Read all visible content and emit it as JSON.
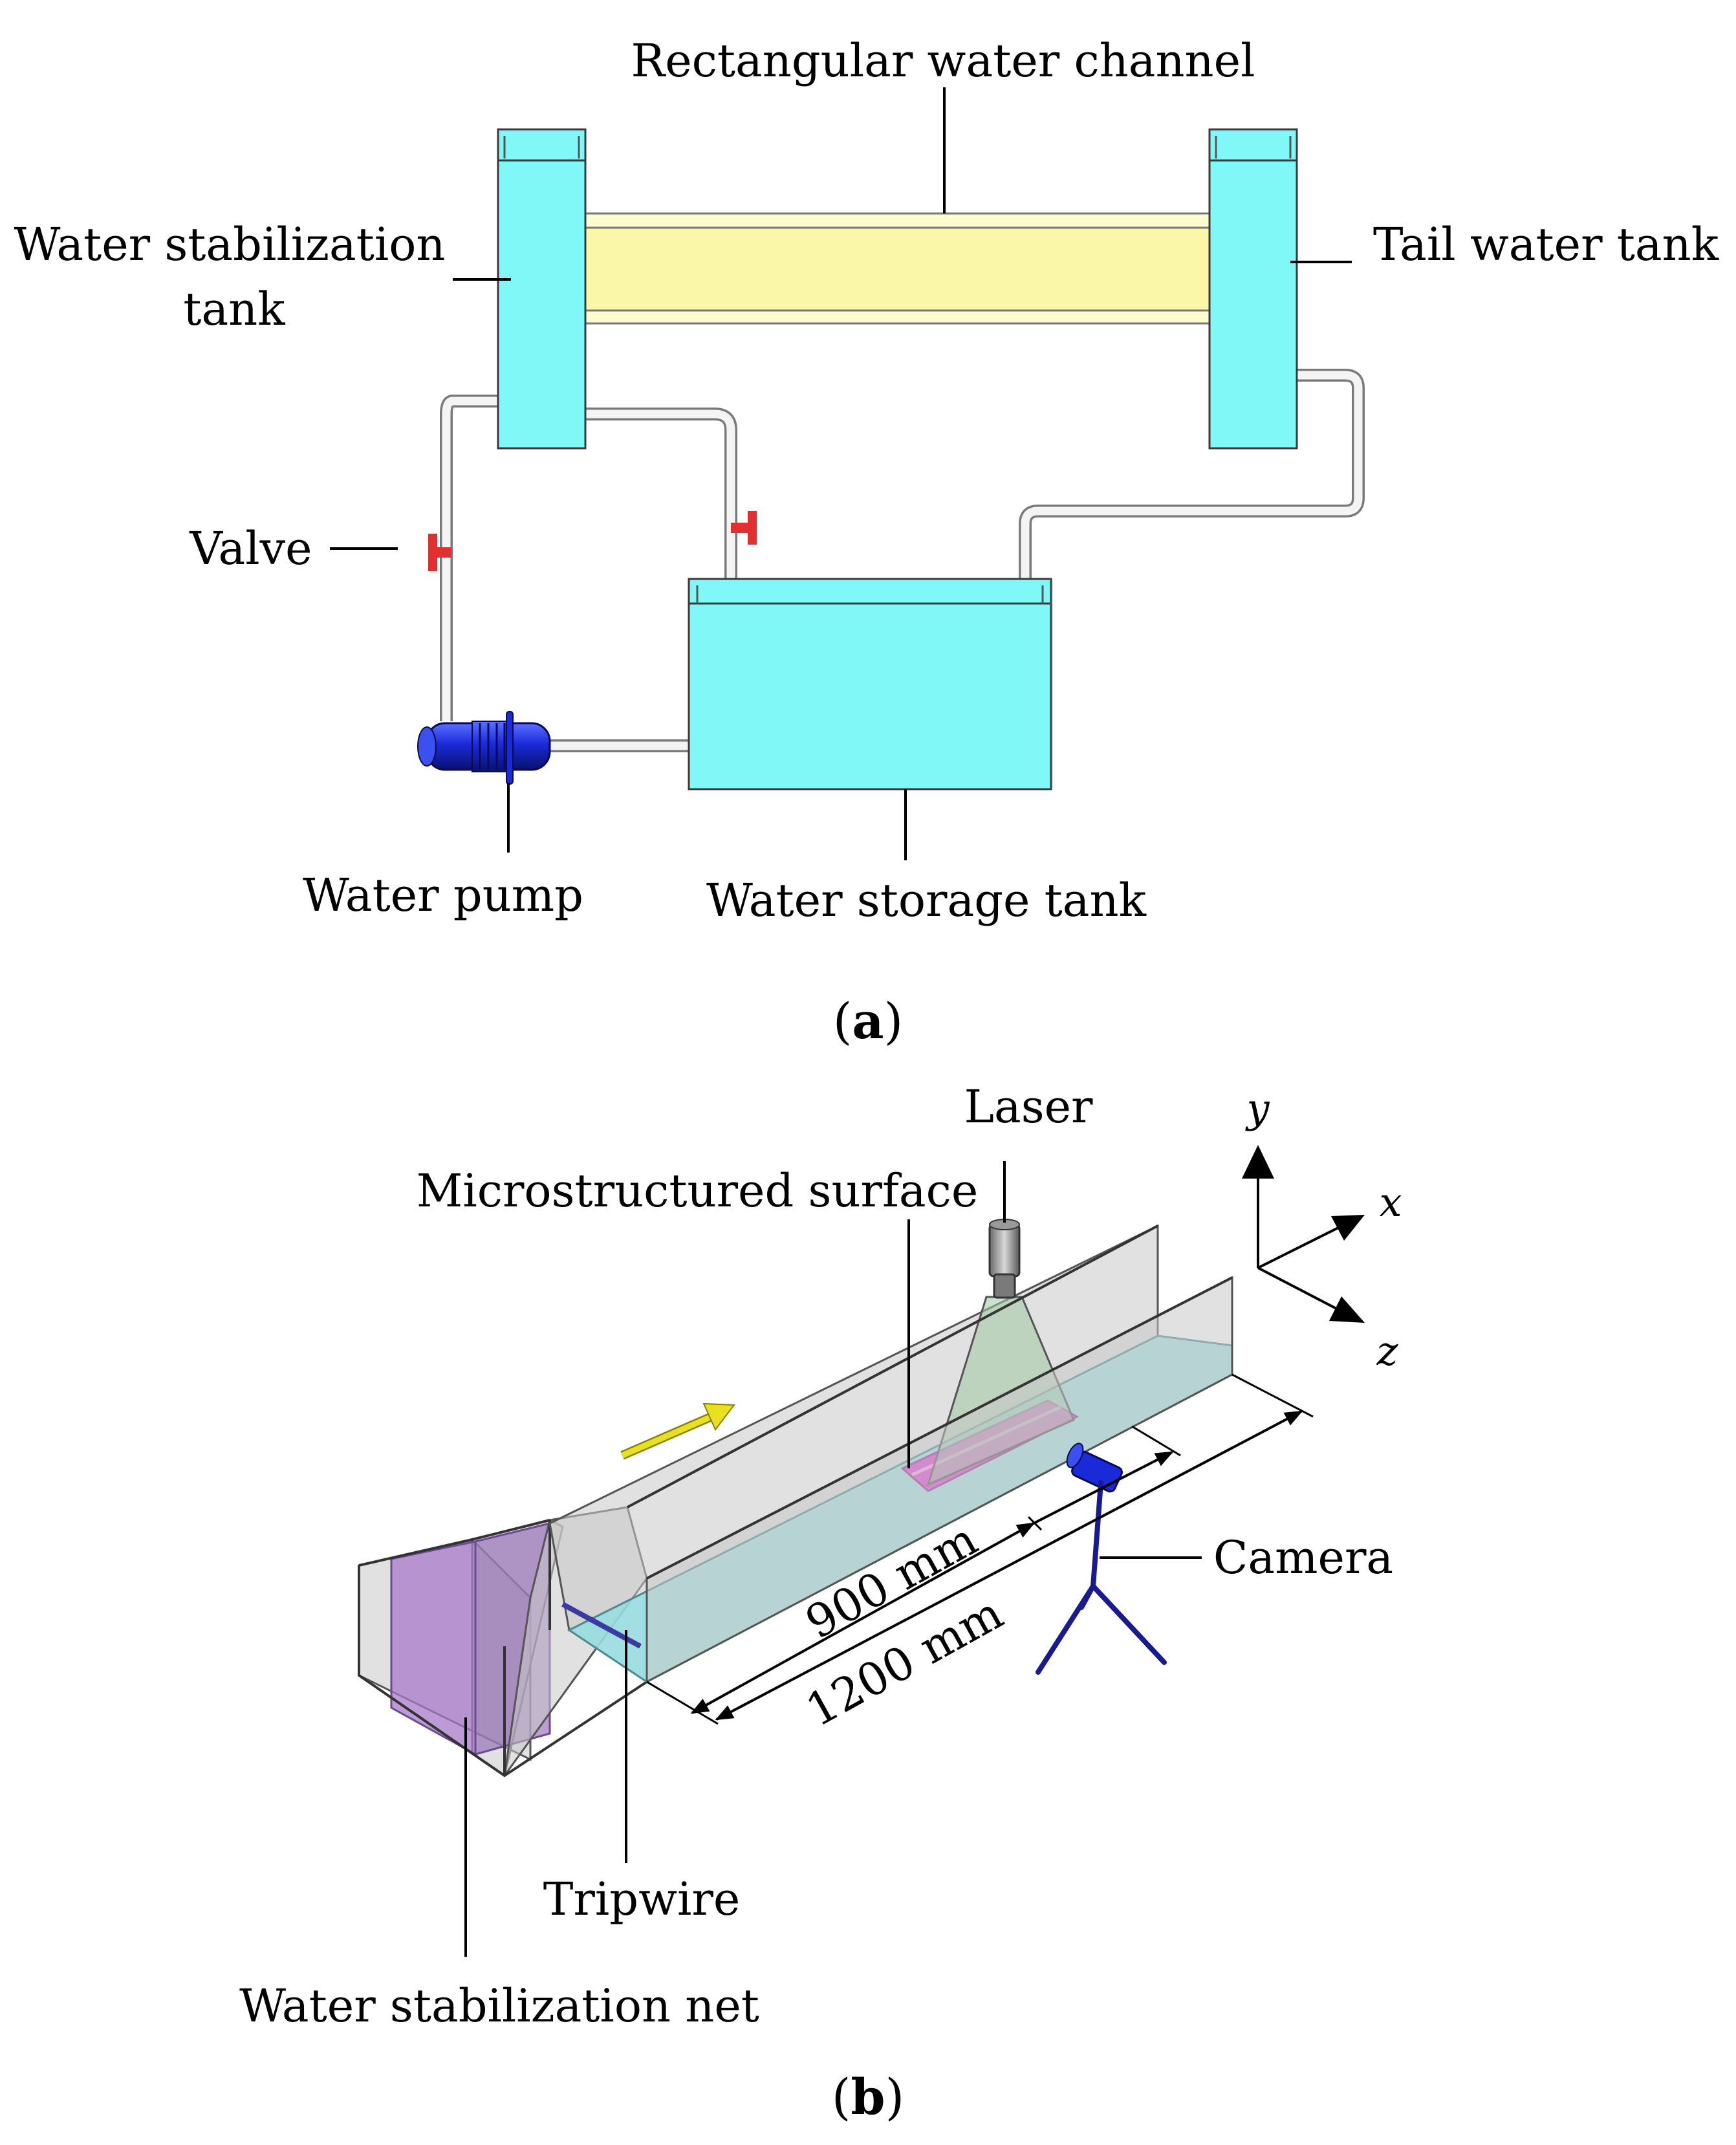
{
  "panel_a": {
    "caption_open": "(",
    "caption_letter": "a",
    "caption_close": ")",
    "labels": {
      "channel": "Rectangular water channel",
      "stabilization_tank_line1": "Water stabilization",
      "stabilization_tank_line2": "tank",
      "tail_tank": "Tail water tank",
      "valve": "Valve",
      "pump": "Water pump",
      "storage_tank": "Water storage tank"
    }
  },
  "panel_b": {
    "caption_open": "(",
    "caption_letter": "b",
    "caption_close": ")",
    "labels": {
      "laser": "Laser",
      "microstructured": "Microstructured surface",
      "camera": "Camera",
      "dim_900": "900 mm",
      "dim_1200": "1200 mm",
      "tripwire": "Tripwire",
      "net": "Water stabilization net"
    },
    "axes": {
      "y": "y",
      "x": "x",
      "z": "z"
    }
  },
  "colors": {
    "tank": "#80f8f8",
    "channel": "#faf8a8",
    "valve": "#e03030",
    "pump": "#1a2ad8",
    "water_bed": "#98dce0",
    "microstructure": "#e040d8",
    "net": "#a878c8",
    "flow_arrow": "#e8e020",
    "camera_stand": "#1a1a90"
  },
  "icons": [
    "valve-icon",
    "water-pump-icon",
    "laser-icon",
    "camera-icon",
    "flow-direction-arrow-icon"
  ]
}
